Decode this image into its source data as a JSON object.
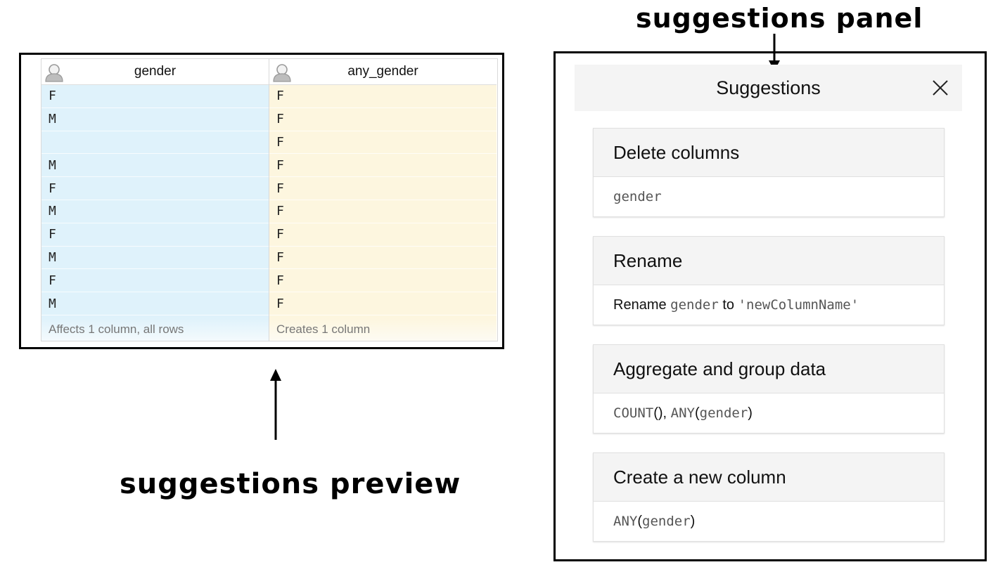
{
  "annotations": {
    "panel_label": "suggestions panel",
    "preview_label": "suggestions preview"
  },
  "preview": {
    "columns": [
      {
        "header": "gender",
        "icon": "user-icon",
        "values": [
          "F",
          "M",
          "",
          "M",
          "F",
          "M",
          "F",
          "M",
          "F",
          "M"
        ],
        "footer": "Affects 1 column, all rows"
      },
      {
        "header": "any_gender",
        "icon": "user-icon",
        "values": [
          "F",
          "F",
          "F",
          "F",
          "F",
          "F",
          "F",
          "F",
          "F",
          "F"
        ],
        "footer": "Creates 1 column"
      }
    ],
    "colors": {
      "gender_bg": "#dff2fb",
      "any_gender_bg": "#fdf6df"
    }
  },
  "panel": {
    "title": "Suggestions",
    "close_icon": "close-icon",
    "cards": [
      {
        "title": "Delete columns",
        "body": [
          {
            "text": "gender",
            "style": "mono"
          }
        ]
      },
      {
        "title": "Rename",
        "body": [
          {
            "text": "Rename ",
            "style": "sans"
          },
          {
            "text": "gender",
            "style": "mono"
          },
          {
            "text": " to ",
            "style": "sans"
          },
          {
            "text": "'newColumnName'",
            "style": "mono"
          }
        ]
      },
      {
        "title": "Aggregate and group data",
        "body": [
          {
            "text": "COUNT",
            "style": "mono"
          },
          {
            "text": "(), ",
            "style": "sans"
          },
          {
            "text": "ANY",
            "style": "mono"
          },
          {
            "text": "(",
            "style": "sans"
          },
          {
            "text": "gender",
            "style": "mono"
          },
          {
            "text": ")",
            "style": "sans"
          }
        ]
      },
      {
        "title": "Create a new column",
        "body": [
          {
            "text": "ANY",
            "style": "mono"
          },
          {
            "text": "(",
            "style": "sans"
          },
          {
            "text": "gender",
            "style": "mono"
          },
          {
            "text": ")",
            "style": "sans"
          }
        ]
      }
    ]
  }
}
